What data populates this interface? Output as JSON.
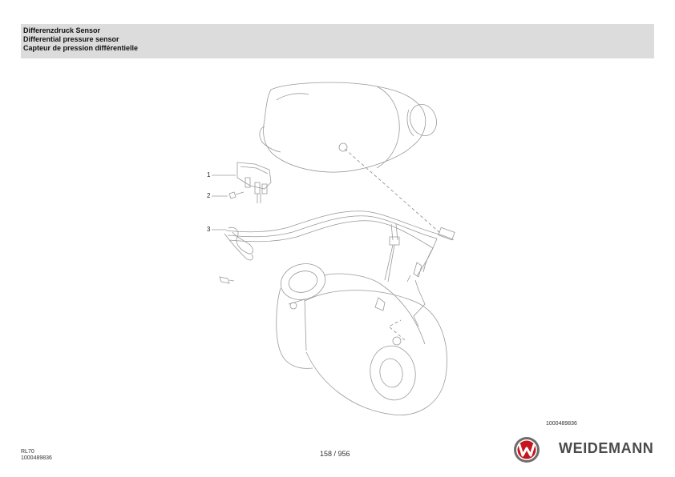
{
  "header": {
    "title_de": "Differenzdruck Sensor",
    "title_en": "Differential pressure sensor",
    "title_fr": "Capteur de pression différentielle"
  },
  "callouts": [
    "1",
    "2",
    "3"
  ],
  "drawing_number": "1000489836",
  "footer": {
    "model": "RL70",
    "doc_number": "1000489836",
    "page": "158 / 956",
    "brand": "WEIDEMANN"
  },
  "colors": {
    "header_bg": "#dcdcdc",
    "logo_red": "#c4161c",
    "logo_gray": "#6d6d6d",
    "brand_text": "#4a4a4a",
    "line_art": "#9a9a9a"
  }
}
